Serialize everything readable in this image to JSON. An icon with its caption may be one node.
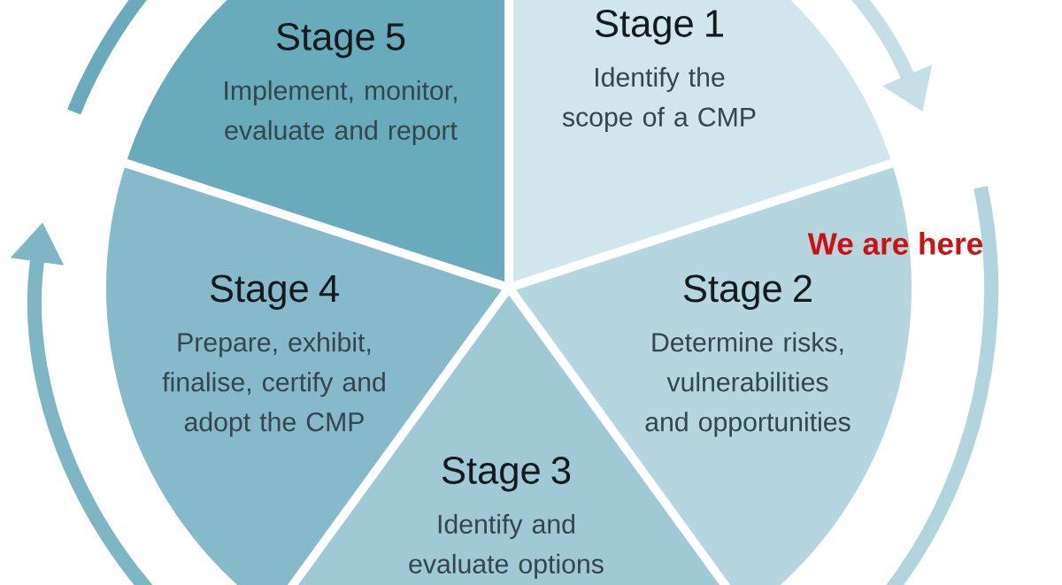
{
  "diagram": {
    "nodes": [
      {
        "text": [
          "Stage 1",
          "Identify the scope of a CMP"
        ]
      },
      {
        "text": [
          "Stage 2",
          "Determine risks, vulnerabilities and opportunities"
        ]
      },
      {
        "text": [
          "Stage 3",
          "Identify and evaluate options"
        ]
      },
      {
        "text": [
          "Stage 4",
          "Prepare, exhibit, finalise, certify and adopt the CMP"
        ]
      },
      {
        "text": [
          "Stage 5",
          "Implement, monitor, evaluate and report"
        ]
      }
    ],
    "labels": [
      "We are here"
    ]
  }
}
